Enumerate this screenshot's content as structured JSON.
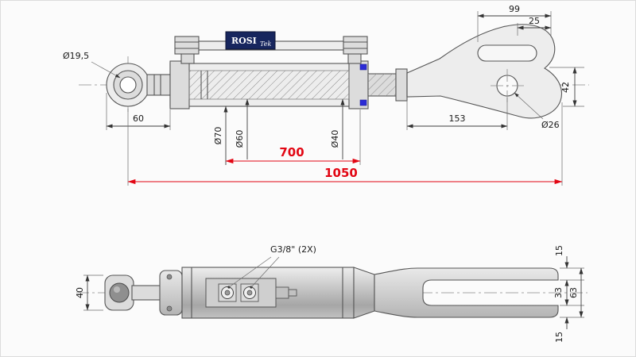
{
  "page": {
    "background": "#fbfbfb"
  },
  "drawing": {
    "title": "hydraulic-top-link-technical-drawing",
    "brand": {
      "name": "ROSI",
      "sub": "Tek"
    },
    "colors": {
      "line": "#555555",
      "dimension_red": "#e20613",
      "seal_blue": "#2b2bd6"
    },
    "top_view": {
      "dims": {
        "slot_span": "99",
        "slot_offset": "25",
        "fork_height": "42",
        "eye_bore": "Ø19,5",
        "eye_offset": "60",
        "barrel_od": "Ø70",
        "bore": "Ø60",
        "rod": "Ø40",
        "fork_len": "153",
        "hole": "Ø26",
        "stroke_len": "700",
        "total_len": "1050"
      }
    },
    "bottom_view": {
      "dims": {
        "eye_width": "40",
        "ports": "G3/8\" (2X)",
        "prong_top": "15",
        "slot_width": "33",
        "fork_width": "63",
        "prong_bottom": "15"
      }
    }
  }
}
